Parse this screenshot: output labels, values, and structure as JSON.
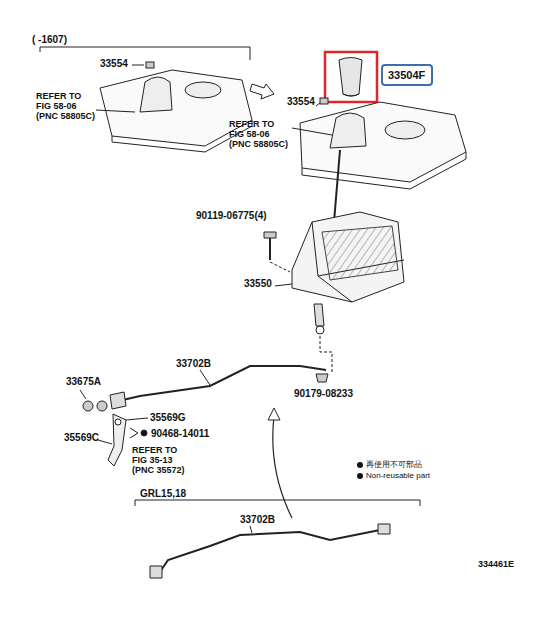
{
  "diagram": {
    "nodes": [
      {
        "text": [
          "33504F"
        ]
      }
    ],
    "edges": [],
    "labels": [
      "( -1607)",
      "33554",
      "REFER TO FIG 58-06 (PNC 58805C)",
      "33554",
      "REFER TO FIG 58-06 (PNC 58805C)",
      "90119-06775(4)",
      "33550",
      "33702B",
      "33675A",
      "90179-08233",
      "35569G",
      "90468-14011",
      "35569C",
      "REFER TO FIG 35-13 (PNC 35572)",
      "GRL15,18",
      "33702B",
      "334461E"
    ],
    "legend": [
      {
        "text": "再使用不可部品"
      },
      {
        "text": "Non-reusable part"
      }
    ]
  }
}
